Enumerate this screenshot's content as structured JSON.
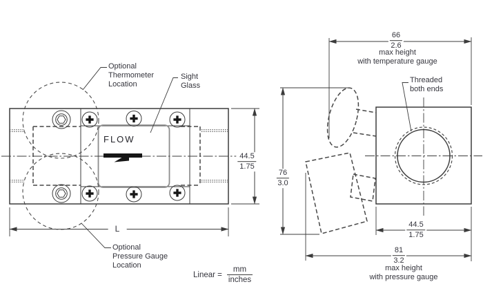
{
  "colors": {
    "background": "#ffffff",
    "line": "#3b3b3b",
    "glass_outline": "#8d8d8d",
    "text": "#34343c",
    "flow_arrow": "#161616"
  },
  "front_view": {
    "flow_label": "FLOW",
    "thermometer_label": "Optional\nThermometer\nLocation",
    "sight_glass_label": "Sight\nGlass",
    "pressure_label": "Optional\nPressure Gauge\nLocation",
    "length_label": "L",
    "height_dim": {
      "mm": "44.5",
      "inches": "1.75"
    }
  },
  "end_view": {
    "threaded_label": "Threaded\nboth ends",
    "temp_gauge_dim": {
      "mm": "66",
      "inches": "2.6",
      "note": "max height\nwith temperature gauge"
    },
    "overall_height_dim": {
      "mm": "76",
      "inches": "3.0"
    },
    "body_width_dim": {
      "mm": "44.5",
      "inches": "1.75"
    },
    "pressure_gauge_dim": {
      "mm": "81",
      "inches": "3.2",
      "note": "max height\nwith pressure gauge"
    }
  },
  "units_legend": {
    "label": "Linear =",
    "numerator": "mm",
    "denominator": "inches"
  }
}
